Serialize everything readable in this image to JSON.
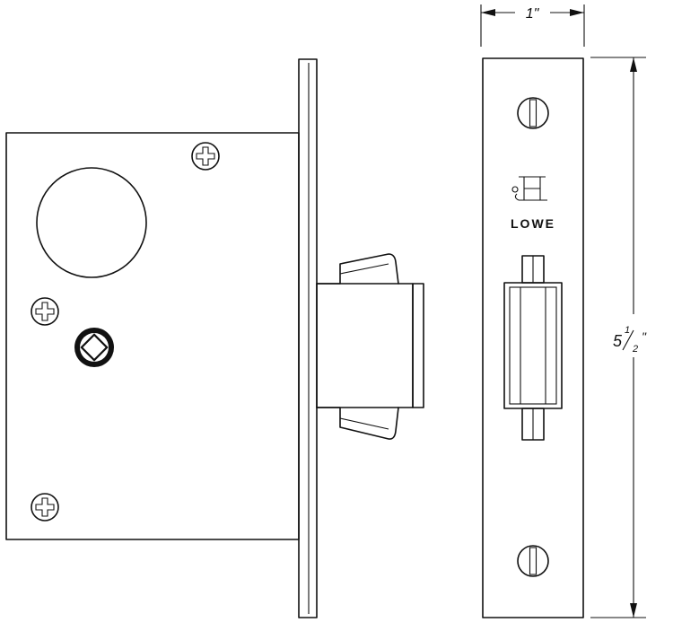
{
  "dimensions": {
    "width": {
      "whole": "1",
      "mark": "\""
    },
    "height": {
      "whole": "5",
      "num": "1",
      "den": "2",
      "mark": "\""
    }
  },
  "faceplate": {
    "brand": "LOWE",
    "monogram": "LH"
  }
}
